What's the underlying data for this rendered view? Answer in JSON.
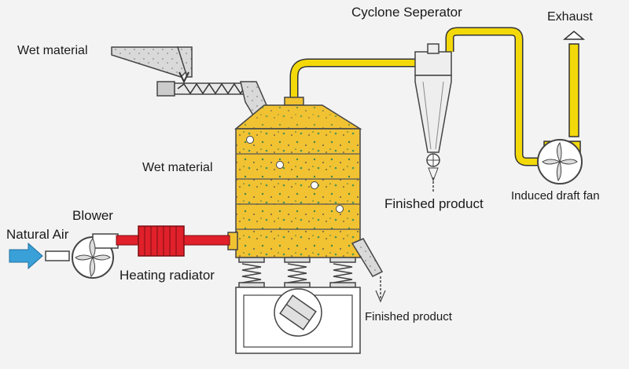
{
  "labels": {
    "cyclone_separator": "Cyclone Seperator",
    "exhaust": "Exhaust",
    "wet_material_feed": "Wet material",
    "wet_material_chamber": "Wet material",
    "finished_product_cyclone": "Finished product",
    "induced_draft_fan": "Induced draft fan",
    "blower": "Blower",
    "natural_air": "Natural Air",
    "heating_radiator": "Heating radiator",
    "finished_product_outlet": "Finished product"
  },
  "colors": {
    "background": "#f3f3f3",
    "dryer_body": "#f1c232",
    "duct_yellow": "#f4d90a",
    "heater_red": "#e0202a",
    "air_arrow": "#3aa0d8",
    "outline": "#333333"
  }
}
